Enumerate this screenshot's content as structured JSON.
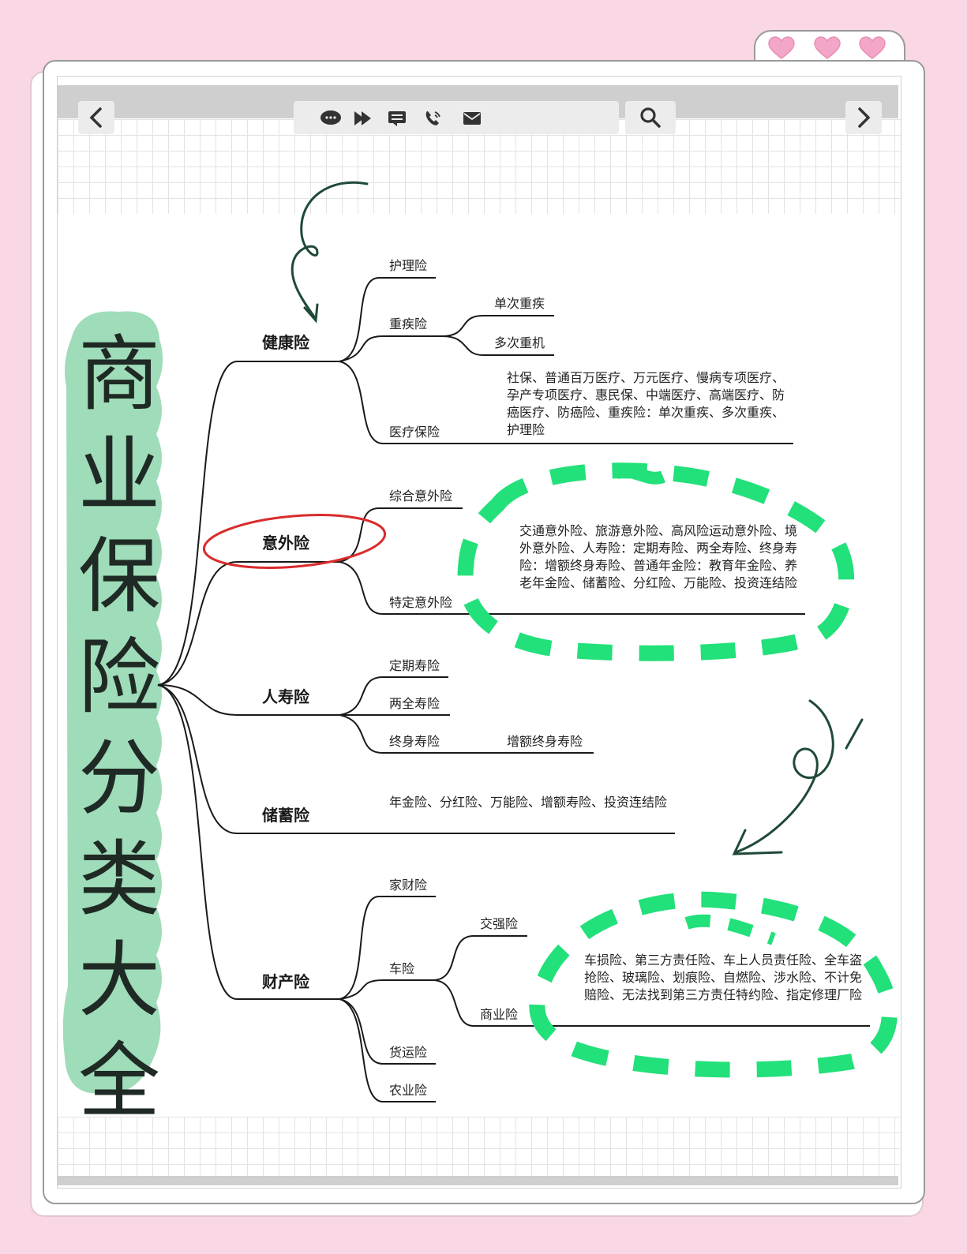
{
  "title_chars": [
    "商",
    "业",
    "保",
    "险",
    "分",
    "类",
    "大",
    "全"
  ],
  "toolbar": {
    "icons": [
      "chat-icon",
      "forward-icon",
      "message-icon",
      "phone-icon",
      "mail-icon",
      "search-icon"
    ],
    "prev_icon": "chevron-left-icon",
    "next_icon": "chevron-right-icon"
  },
  "colors": {
    "background": "#f9d7e4",
    "title_blob": "#9fdcb9",
    "highlight_dashes": "#22e07a",
    "circle_red": "#d92b2b",
    "arrow_green": "#1f4a37",
    "heart": "#f3a6c8"
  },
  "tree": {
    "health": {
      "label": "健康险",
      "nursing": "护理险",
      "critical": "重疾险",
      "critical_single": "单次重疾",
      "critical_multi": "多次重机",
      "medical": "医疗保险",
      "medical_detail": "社保、普通百万医疗、万元医疗、慢病专项医疗、孕产专项医疗、惠民保、中端医疗、高端医疗、防癌医疗、防癌险、重疾险：单次重疾、多次重疾、护理险"
    },
    "accident": {
      "label": "意外险",
      "general": "综合意外险",
      "special": "特定意外险",
      "special_detail": "交通意外险、旅游意外险、高风险运动意外险、境外意外险、人寿险：定期寿险、两全寿险、终身寿险：增额终身寿险、普通年金险：教育年金险、养老年金险、储蓄险、分红险、万能险、投资连结险"
    },
    "life": {
      "label": "人寿险",
      "term": "定期寿险",
      "endowment": "两全寿险",
      "whole": "终身寿险",
      "whole_increase": "增额终身寿险"
    },
    "savings": {
      "label": "储蓄险",
      "detail": "年金险、分红险、万能险、增额寿险、投资连结险"
    },
    "property": {
      "label": "财产险",
      "home": "家财险",
      "auto": "车险",
      "compulsory": "交强险",
      "commercial": "商业险",
      "commercial_detail": "车损险、第三方责任险、车上人员责任险、全车盗抢险、玻璃险、划痕险、自燃险、涉水险、不计免赔险、无法找到第三方责任特约险、指定修理厂险",
      "cargo": "货运险",
      "agriculture": "农业险"
    }
  }
}
